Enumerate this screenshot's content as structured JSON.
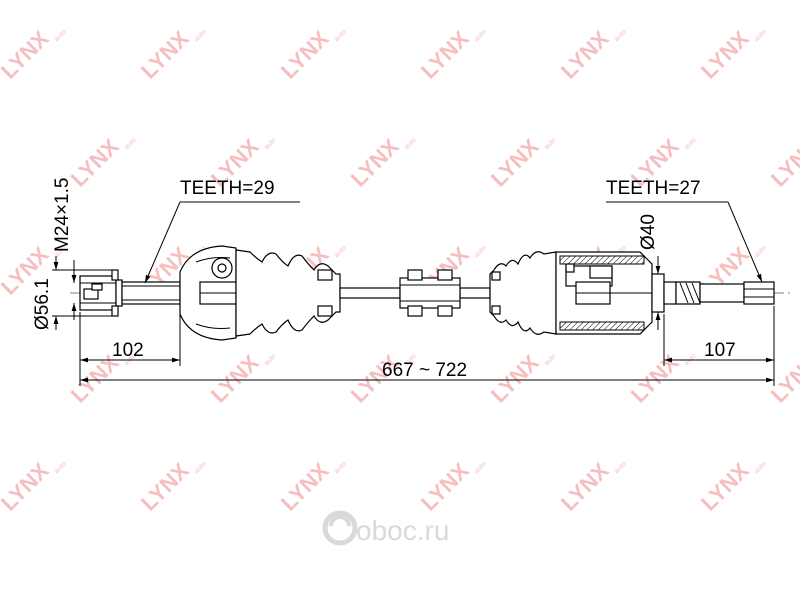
{
  "watermark": {
    "brand": "LYNX",
    "sub": "auto"
  },
  "logo": {
    "text": "oboc.ru"
  },
  "labels": {
    "teeth_left": "TEETH=29",
    "teeth_right": "TEETH=27",
    "thread": "M24×1.5",
    "dia_left": "Ø56.1",
    "dia_right": "Ø40",
    "dim_left": "102",
    "dim_right": "107",
    "dim_total": "667 ~ 722"
  }
}
